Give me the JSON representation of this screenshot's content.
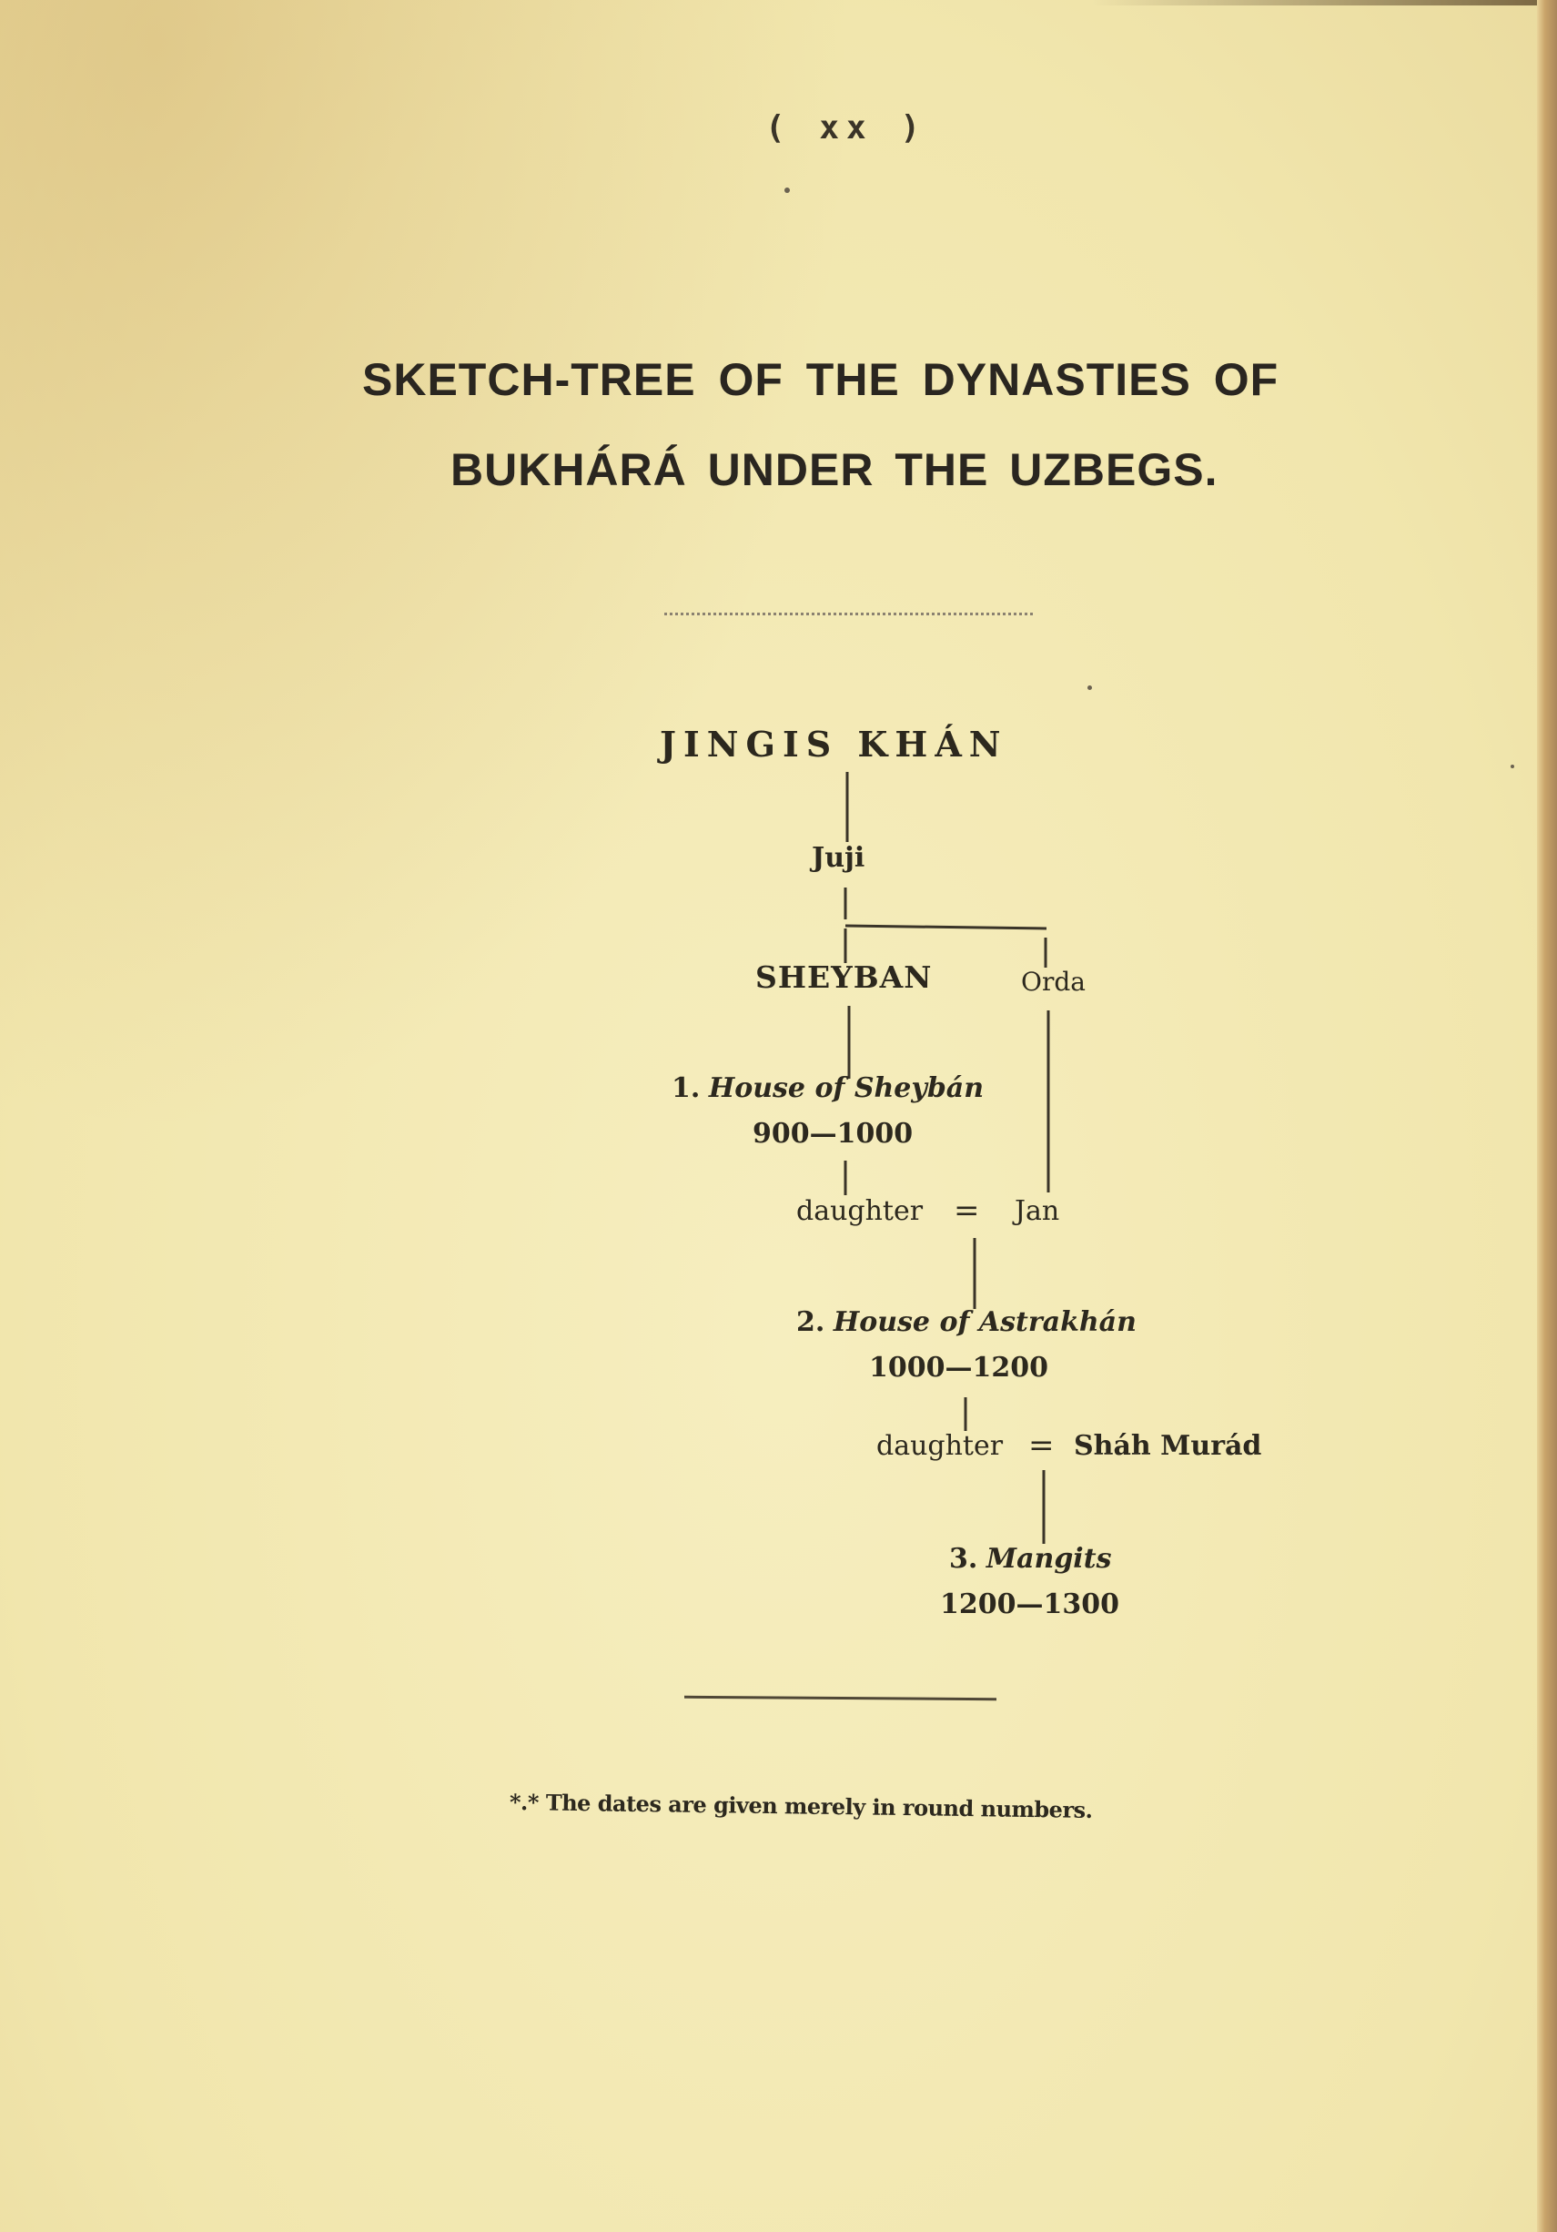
{
  "page": {
    "folio": "( xx )",
    "background_color": "#f3e8b0",
    "ink_color": "#2e2a1f"
  },
  "title": {
    "line1": "SKETCH-TREE OF THE DYNASTIES OF",
    "line2": "BUKHÁRÁ UNDER THE UZBEGS."
  },
  "tree": {
    "root": "JINGIS KHÁN",
    "son": "Juji",
    "branch_left": "SHEYBAN",
    "branch_right": "Orda",
    "dynasty1": {
      "number": "1.",
      "name": "House of Sheybán",
      "dates": "900—1000"
    },
    "marriage1": {
      "left": "daughter",
      "symbol": "=",
      "right": "Jan"
    },
    "dynasty2": {
      "number": "2.",
      "name": "House of Astrakhán",
      "dates": "1000—1200"
    },
    "marriage2": {
      "left": "daughter",
      "symbol": "=",
      "right": "Sháh Murád"
    },
    "dynasty3": {
      "number": "3.",
      "name": "Mangits",
      "dates": "1200—1300"
    }
  },
  "footnote": {
    "marker": "*․*",
    "text": "The dates are given merely in round numbers."
  }
}
